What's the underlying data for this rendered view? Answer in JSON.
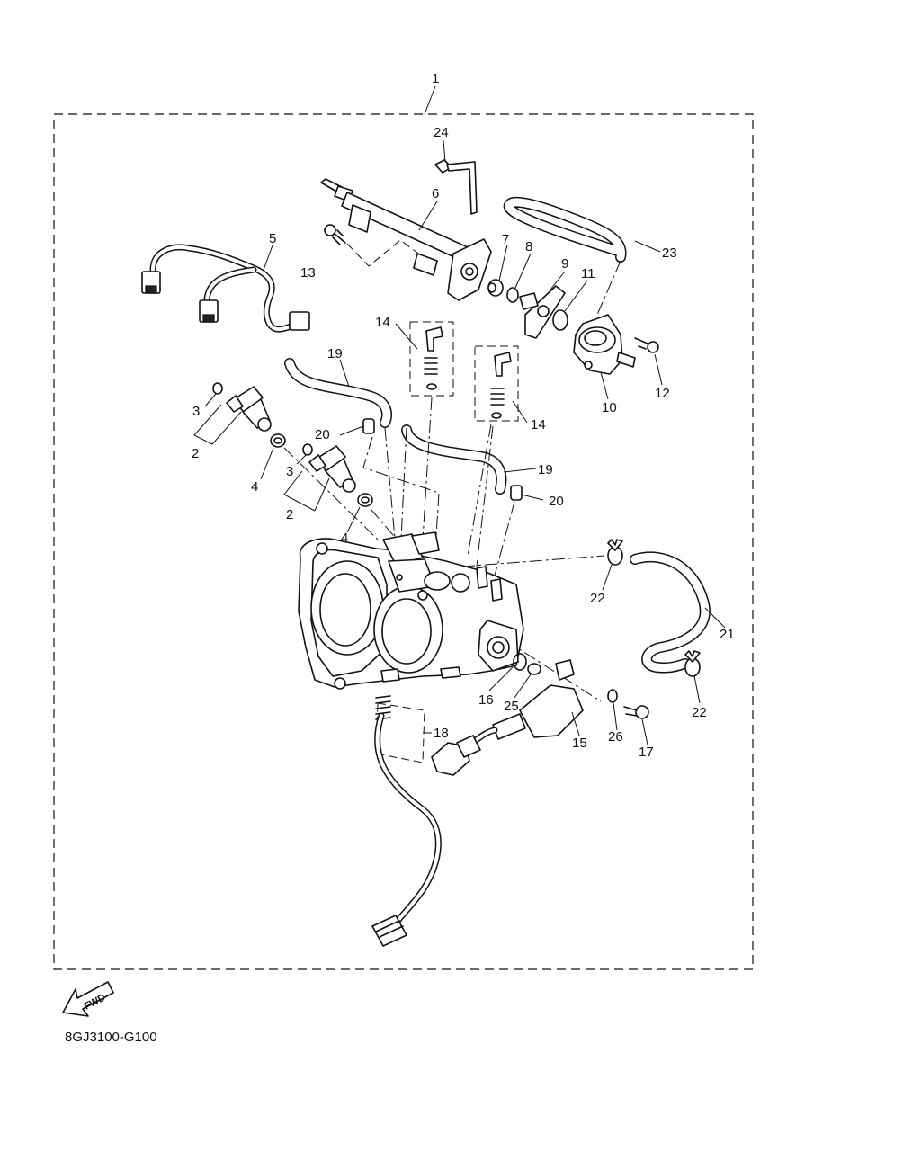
{
  "diagram": {
    "code": "8GJ3100-G100",
    "fwd_label": "FWD",
    "callouts": {
      "c1": "1",
      "c2a": "2",
      "c2b": "2",
      "c3a": "3",
      "c3b": "3",
      "c4a": "4",
      "c4b": "4",
      "c5": "5",
      "c6": "6",
      "c7": "7",
      "c8": "8",
      "c9": "9",
      "c10": "10",
      "c11": "11",
      "c12": "12",
      "c13": "13",
      "c14a": "14",
      "c14b": "14",
      "c15": "15",
      "c16": "16",
      "c17": "17",
      "c18": "18",
      "c19a": "19",
      "c19b": "19",
      "c20a": "20",
      "c20b": "20",
      "c21": "21",
      "c22a": "22",
      "c22b": "22",
      "c23": "23",
      "c24": "24",
      "c25": "25",
      "c26": "26"
    }
  }
}
